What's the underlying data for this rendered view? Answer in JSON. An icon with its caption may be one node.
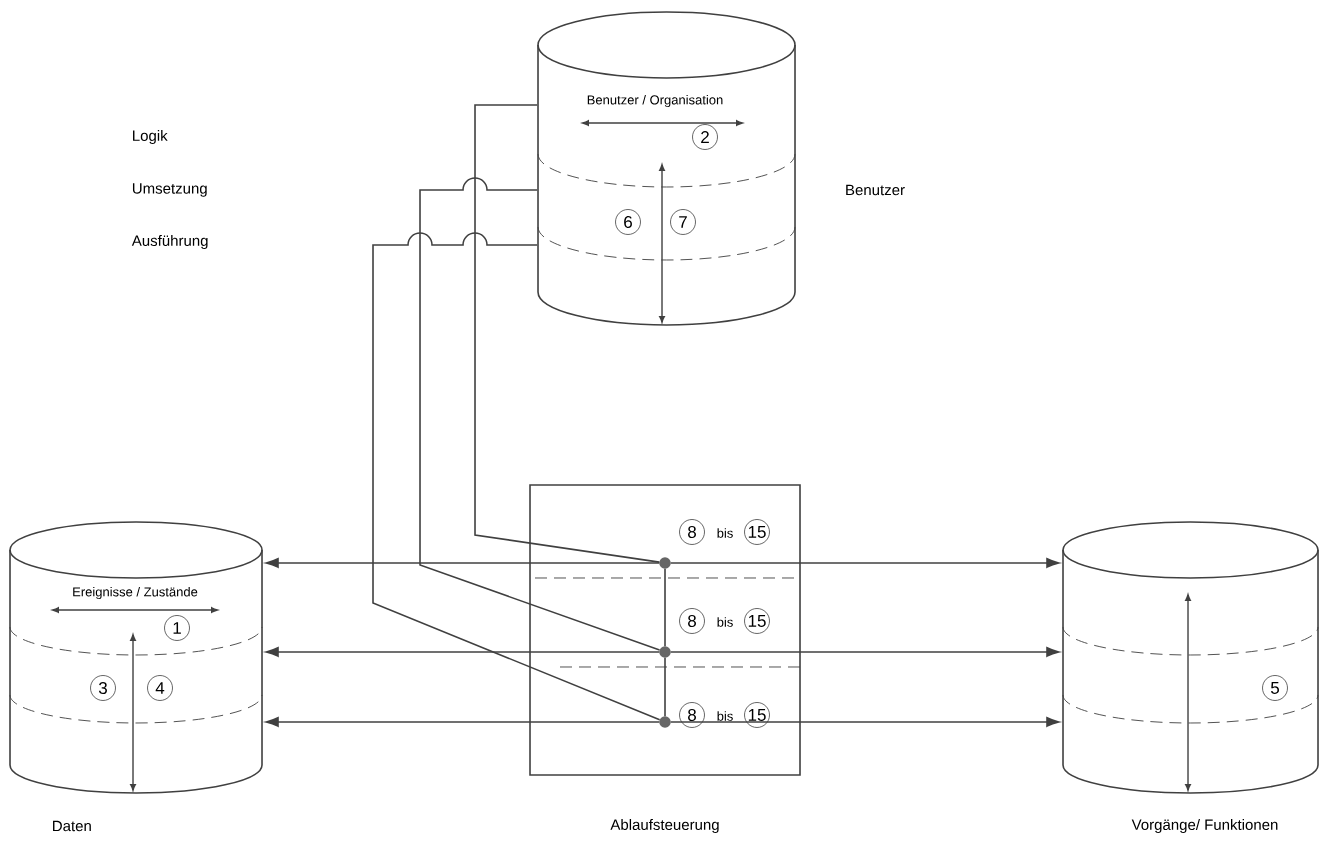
{
  "diagram": {
    "nodes": [
      {
        "text": [
          "Benutzer / Organisation",
          "2",
          "6",
          "7"
        ],
        "beside": [
          "Benutzer"
        ]
      },
      {
        "text": [],
        "shape": "box",
        "beside": [
          "Ablaufsteuerung"
        ]
      },
      {
        "text": [
          "8",
          "bis",
          "15"
        ],
        "in": 1
      },
      {
        "text": [
          "8",
          "bis",
          "15"
        ],
        "in": 1
      },
      {
        "text": [
          "8",
          "bis",
          "15"
        ],
        "in": 1
      },
      {
        "text": [],
        "shape": "circle",
        "in": 1
      },
      {
        "text": [],
        "shape": "circle",
        "in": 1
      },
      {
        "text": [],
        "shape": "circle",
        "in": 1
      },
      {
        "text": [
          "Ereignisse / Zustände",
          "1",
          "3",
          "4"
        ],
        "beside": [
          "Daten"
        ]
      },
      {
        "text": [
          "5"
        ],
        "beside": [
          "Vorgänge/ Funktionen"
        ]
      }
    ],
    "edges": [
      {
        "from": 0,
        "to": 5,
        "arrow": "none"
      },
      {
        "from": 0,
        "to": 6,
        "arrow": "none"
      },
      {
        "from": 0,
        "to": 7,
        "arrow": "none"
      },
      {
        "from": 5,
        "to": 8,
        "arrow": "to"
      },
      {
        "from": 6,
        "to": 8,
        "arrow": "to"
      },
      {
        "from": 7,
        "to": 8,
        "arrow": "to"
      },
      {
        "from": 5,
        "to": 9,
        "arrow": "to"
      },
      {
        "from": 6,
        "to": 9,
        "arrow": "to"
      },
      {
        "from": 7,
        "to": 9,
        "arrow": "to"
      },
      {
        "from": 5,
        "to": 6,
        "arrow": "none"
      },
      {
        "from": 6,
        "to": 7,
        "arrow": "none"
      }
    ],
    "labels": [
      "Logik",
      "Umsetzung",
      "Ausführung"
    ]
  }
}
